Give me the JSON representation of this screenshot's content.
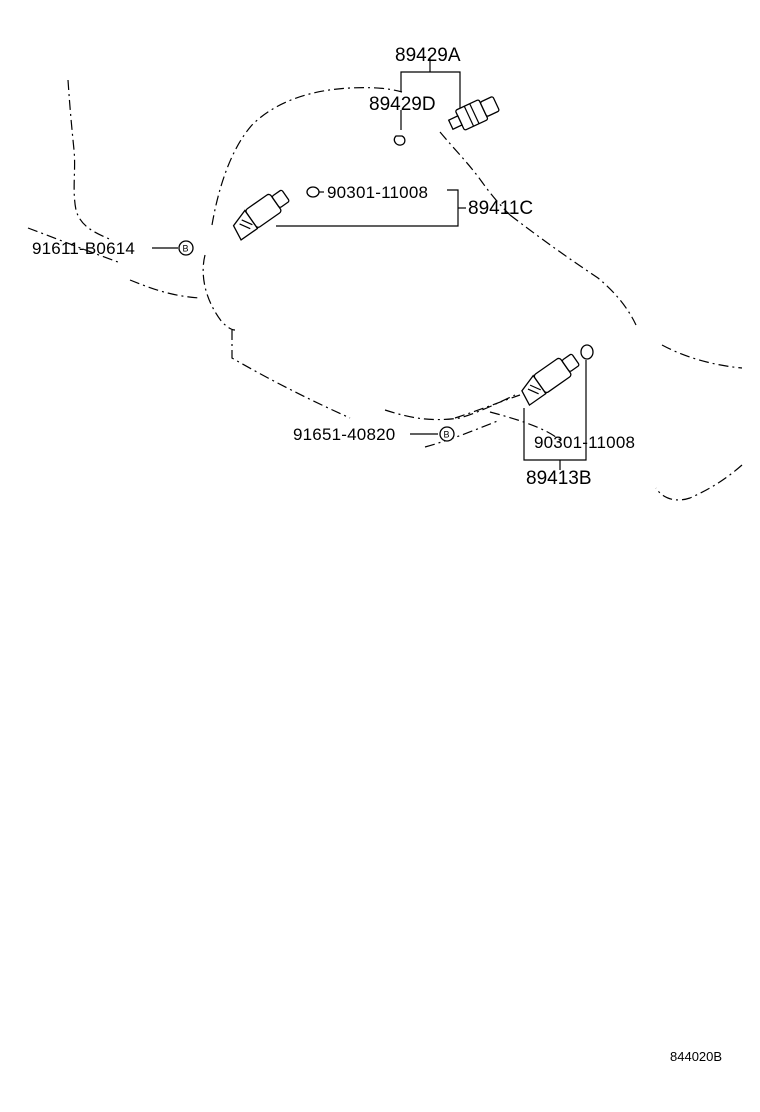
{
  "parts": {
    "p89429A": "89429A",
    "p89429D": "89429D",
    "p90301_top": "90301-11008",
    "p89411C": "89411C",
    "p91611": "91611-B0614",
    "p91651": "91651-40820",
    "p90301_bottom": "90301-11008",
    "p89413B": "89413B"
  },
  "bolt_mark": "B",
  "reference_code": "844020B"
}
